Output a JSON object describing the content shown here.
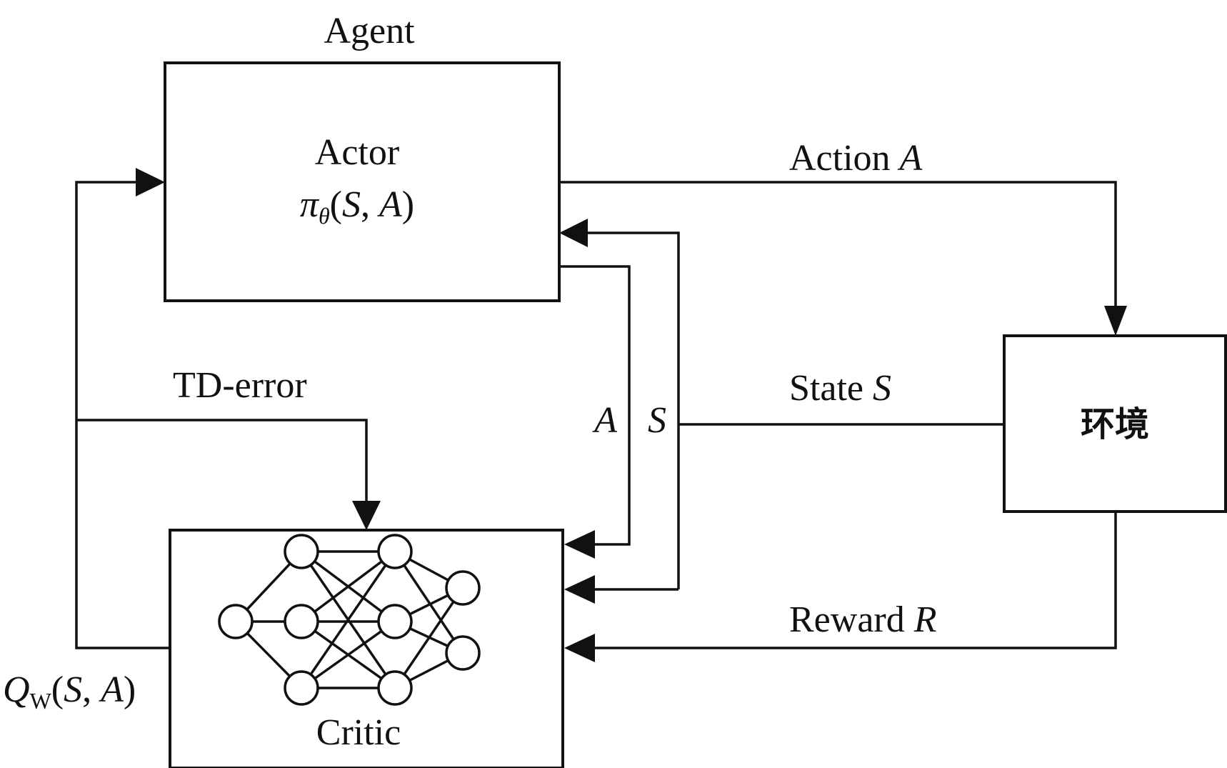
{
  "labels": {
    "agent": "Agent",
    "actor": "Actor",
    "actor_policy": {
      "pi": "π",
      "theta": "θ",
      "open": "(",
      "s": "S",
      "comma": ", ",
      "a": "A",
      "close": ")"
    },
    "action": {
      "prefix": "Action ",
      "var": "A"
    },
    "state": {
      "prefix": "State ",
      "var": "S"
    },
    "reward": {
      "prefix": "Reward ",
      "var": "R"
    },
    "td_error": "TD-error",
    "a_wire": "A",
    "s_wire": "S",
    "environment": "环境",
    "critic": "Critic",
    "critic_value": {
      "q": "Q",
      "w": "W",
      "open": "(",
      "s": "S",
      "comma": ", ",
      "a": "A",
      "close": ")"
    }
  },
  "colors": {
    "stroke": "#111111",
    "background": "#ffffff"
  }
}
